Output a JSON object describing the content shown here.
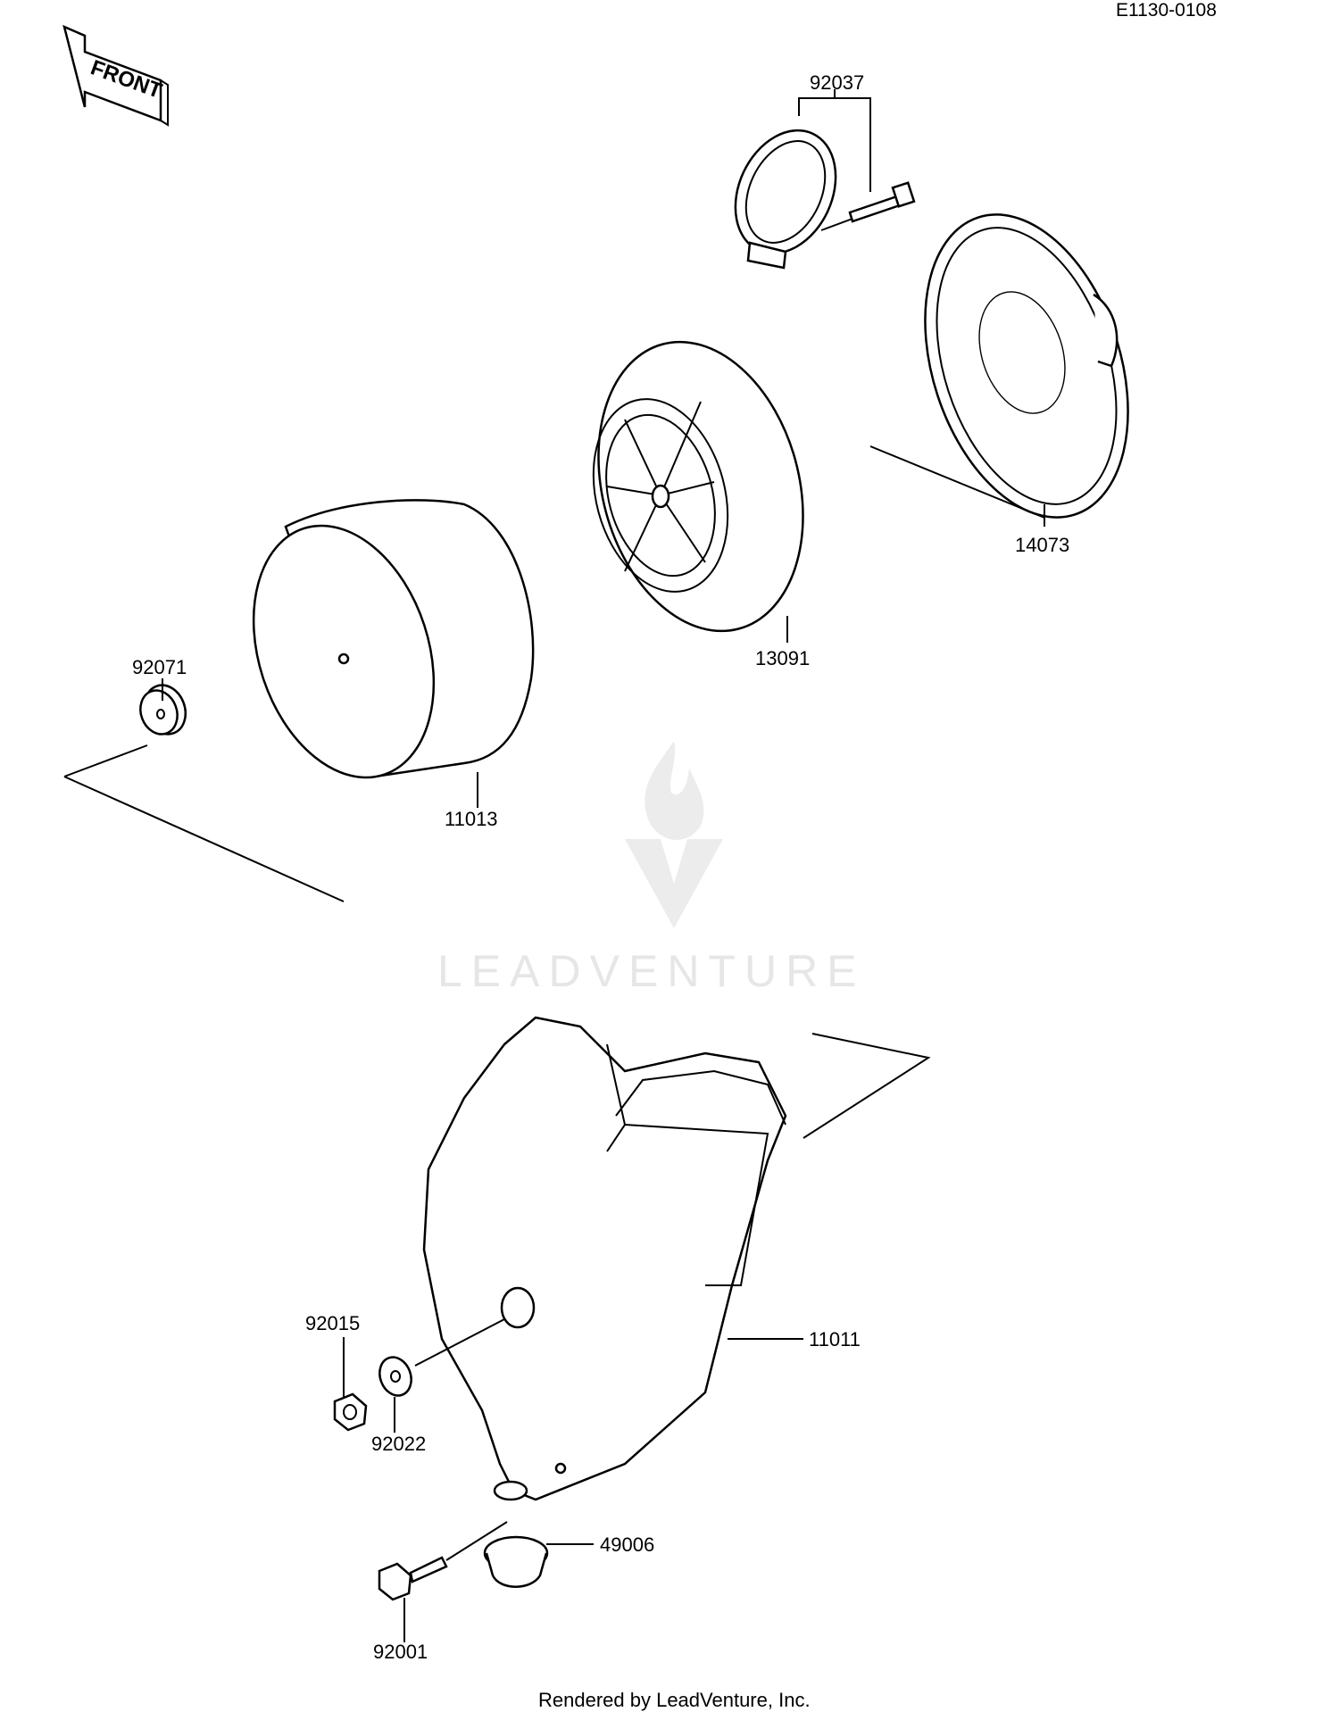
{
  "diagram_code": "E1130-0108",
  "front_label": "FRONT",
  "watermark": "LEADVENTURE",
  "footer": "Rendered by LeadVenture, Inc.",
  "parts": [
    {
      "id": "p92037",
      "number": "92037"
    },
    {
      "id": "p14073",
      "number": "14073"
    },
    {
      "id": "p13091",
      "number": "13091"
    },
    {
      "id": "p92071",
      "number": "92071"
    },
    {
      "id": "p11013",
      "number": "11013"
    },
    {
      "id": "p11011",
      "number": "11011"
    },
    {
      "id": "p92015",
      "number": "92015"
    },
    {
      "id": "p92022",
      "number": "92022"
    },
    {
      "id": "p49006",
      "number": "49006"
    },
    {
      "id": "p92001",
      "number": "92001"
    }
  ]
}
